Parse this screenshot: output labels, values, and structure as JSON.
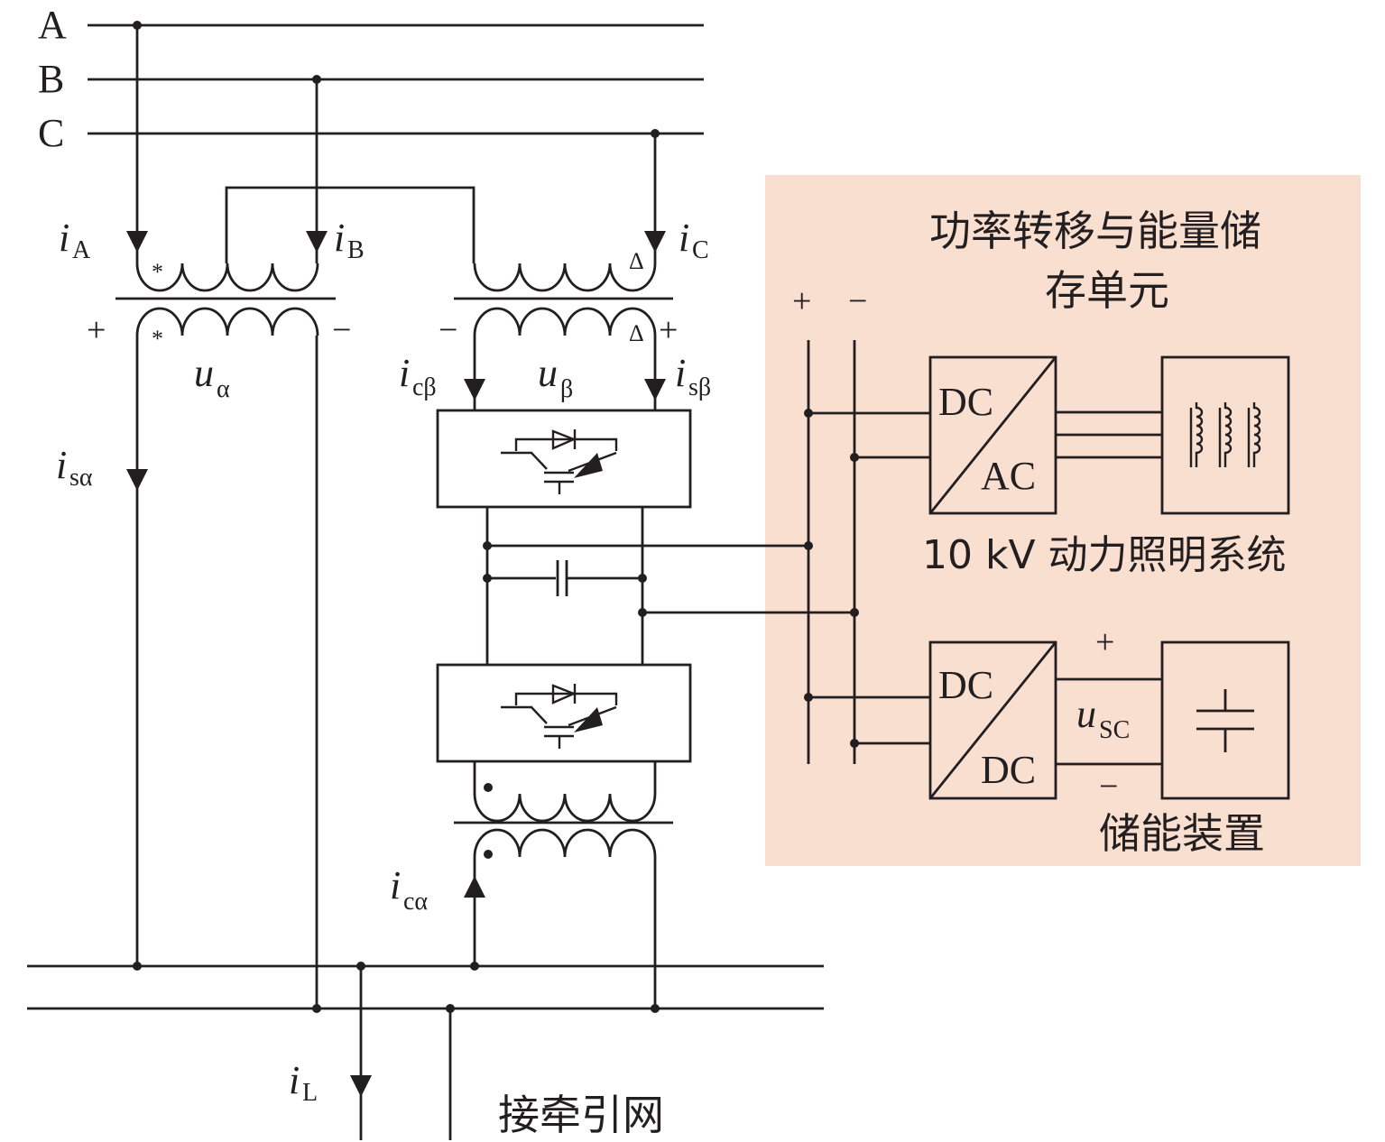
{
  "phases": {
    "A": "A",
    "B": "B",
    "C": "C"
  },
  "currents": {
    "iA": {
      "main": "i",
      "sub": "A"
    },
    "iB": {
      "main": "i",
      "sub": "B"
    },
    "iC": {
      "main": "i",
      "sub": "C"
    },
    "isa": {
      "main": "i",
      "sub": "sα"
    },
    "icb": {
      "main": "i",
      "sub": "cβ"
    },
    "isb": {
      "main": "i",
      "sub": "sβ"
    },
    "ica": {
      "main": "i",
      "sub": "cα"
    },
    "iL": {
      "main": "i",
      "sub": "L"
    }
  },
  "voltages": {
    "ua": {
      "main": "u",
      "sub": "α"
    },
    "ub": {
      "main": "u",
      "sub": "β"
    },
    "usc": {
      "main": "u",
      "sub": "SC"
    }
  },
  "marks": {
    "plus": "+",
    "minus": "−",
    "star": "*",
    "delta": "Δ"
  },
  "unit": {
    "title_line1": "功率转移与能量储",
    "title_line2": "存单元",
    "dcac_top": "DC",
    "dcac_bottom": "AC",
    "lighting_label": "10 kV 动力照明系统",
    "dcdc_top": "DC",
    "dcdc_bottom": "DC",
    "storage_label": "储能装置",
    "fill_color": "#f9dfd0"
  },
  "traction_label": "接牵引网",
  "colors": {
    "line": "#231f20",
    "panel": "#f9dfd0"
  }
}
